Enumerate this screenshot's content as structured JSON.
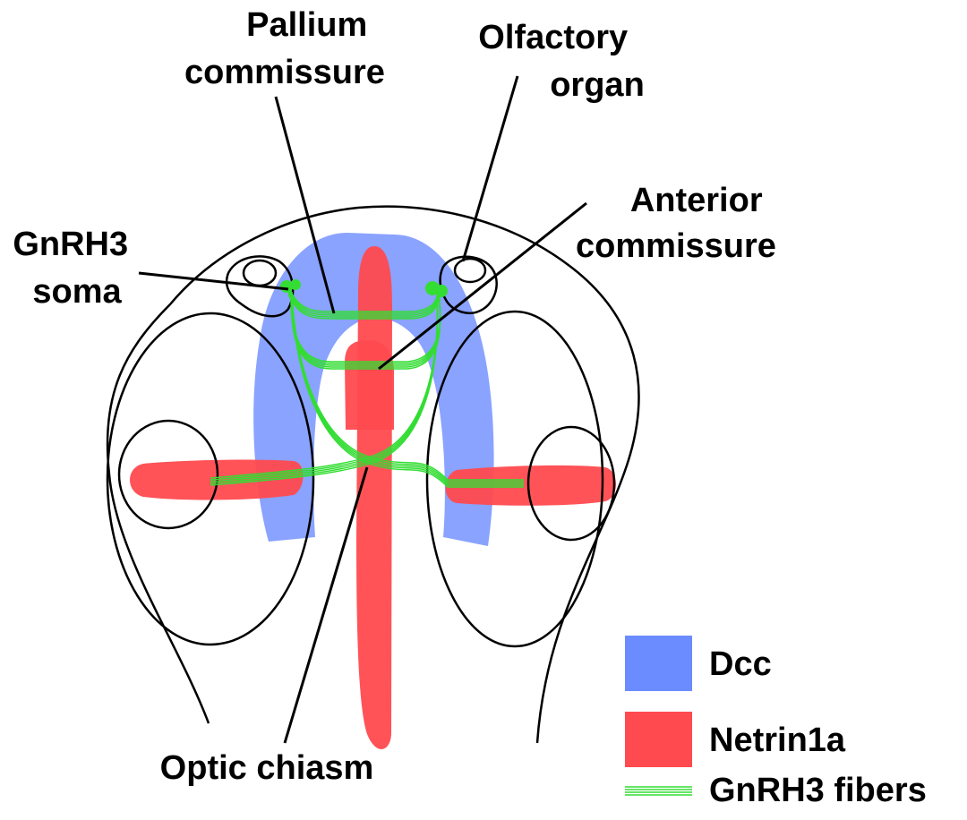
{
  "labels": {
    "pallium_commissure": [
      "Pallium",
      "commissure"
    ],
    "olfactory_organ": [
      "Olfactory",
      "organ"
    ],
    "anterior_commissure": [
      "Anterior",
      "commissure"
    ],
    "gnrh3_soma": [
      "GnRH3",
      "soma"
    ],
    "optic_chiasm": "Optic chiasm"
  },
  "legend": [
    {
      "label": "Dcc",
      "color": "#6b8cff",
      "kind": "swatch"
    },
    {
      "label": "Netrin1a",
      "color": "#ff4a4f",
      "kind": "swatch"
    },
    {
      "label": "GnRH3 fibers",
      "color": "#33dd33",
      "kind": "fibers"
    }
  ],
  "colors": {
    "dcc": "#6b8cff",
    "netrin1a": "#ff4a4f",
    "gnrh3": "#33dd33",
    "outline": "#000000"
  }
}
